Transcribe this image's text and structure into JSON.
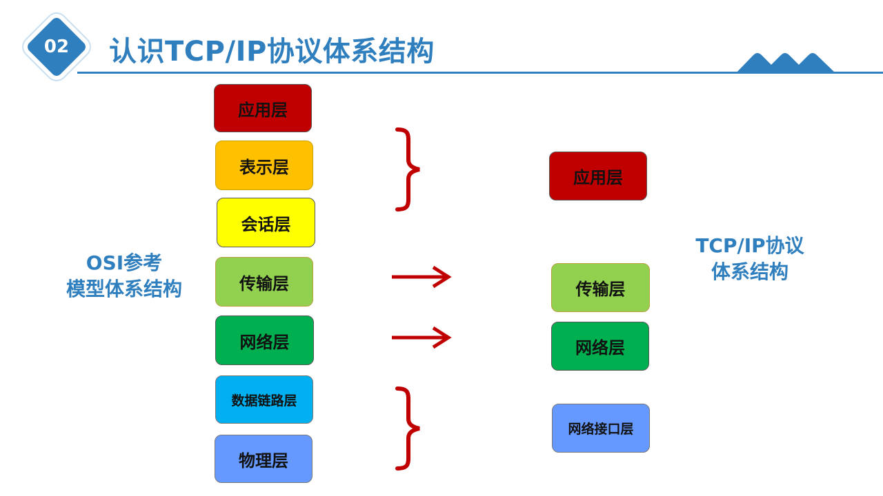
{
  "header": {
    "section_number": "02",
    "title": "认识TCP/IP协议体系结构"
  },
  "labels": {
    "osi_model": [
      "OSI参考",
      "模型体系结构"
    ],
    "tcpip_model": [
      "TCP/IP协议",
      "体系结构"
    ]
  },
  "osi_layers": [
    {
      "label": "应用层",
      "color": "#c00000"
    },
    {
      "label": "表示层",
      "color": "#ffc000"
    },
    {
      "label": "会话层",
      "color": "#ffff00"
    },
    {
      "label": "传输层",
      "color": "#92d050"
    },
    {
      "label": "网络层",
      "color": "#00b050"
    },
    {
      "label": "数据链路层",
      "color": "#00b0f0"
    },
    {
      "label": "物理层",
      "color": "#6699ff"
    }
  ],
  "tcpip_layers": [
    {
      "label": "应用层",
      "color": "#c00000"
    },
    {
      "label": "传输层",
      "color": "#92d050"
    },
    {
      "label": "网络层",
      "color": "#00b050"
    },
    {
      "label": "网络接口层",
      "color": "#6699ff"
    }
  ],
  "colors": {
    "accent": "#2f7fbf",
    "connector": "#c00000"
  },
  "icons": [
    "diamond-badge",
    "mountain-decoration",
    "brace-icon",
    "right-arrow-icon"
  ]
}
